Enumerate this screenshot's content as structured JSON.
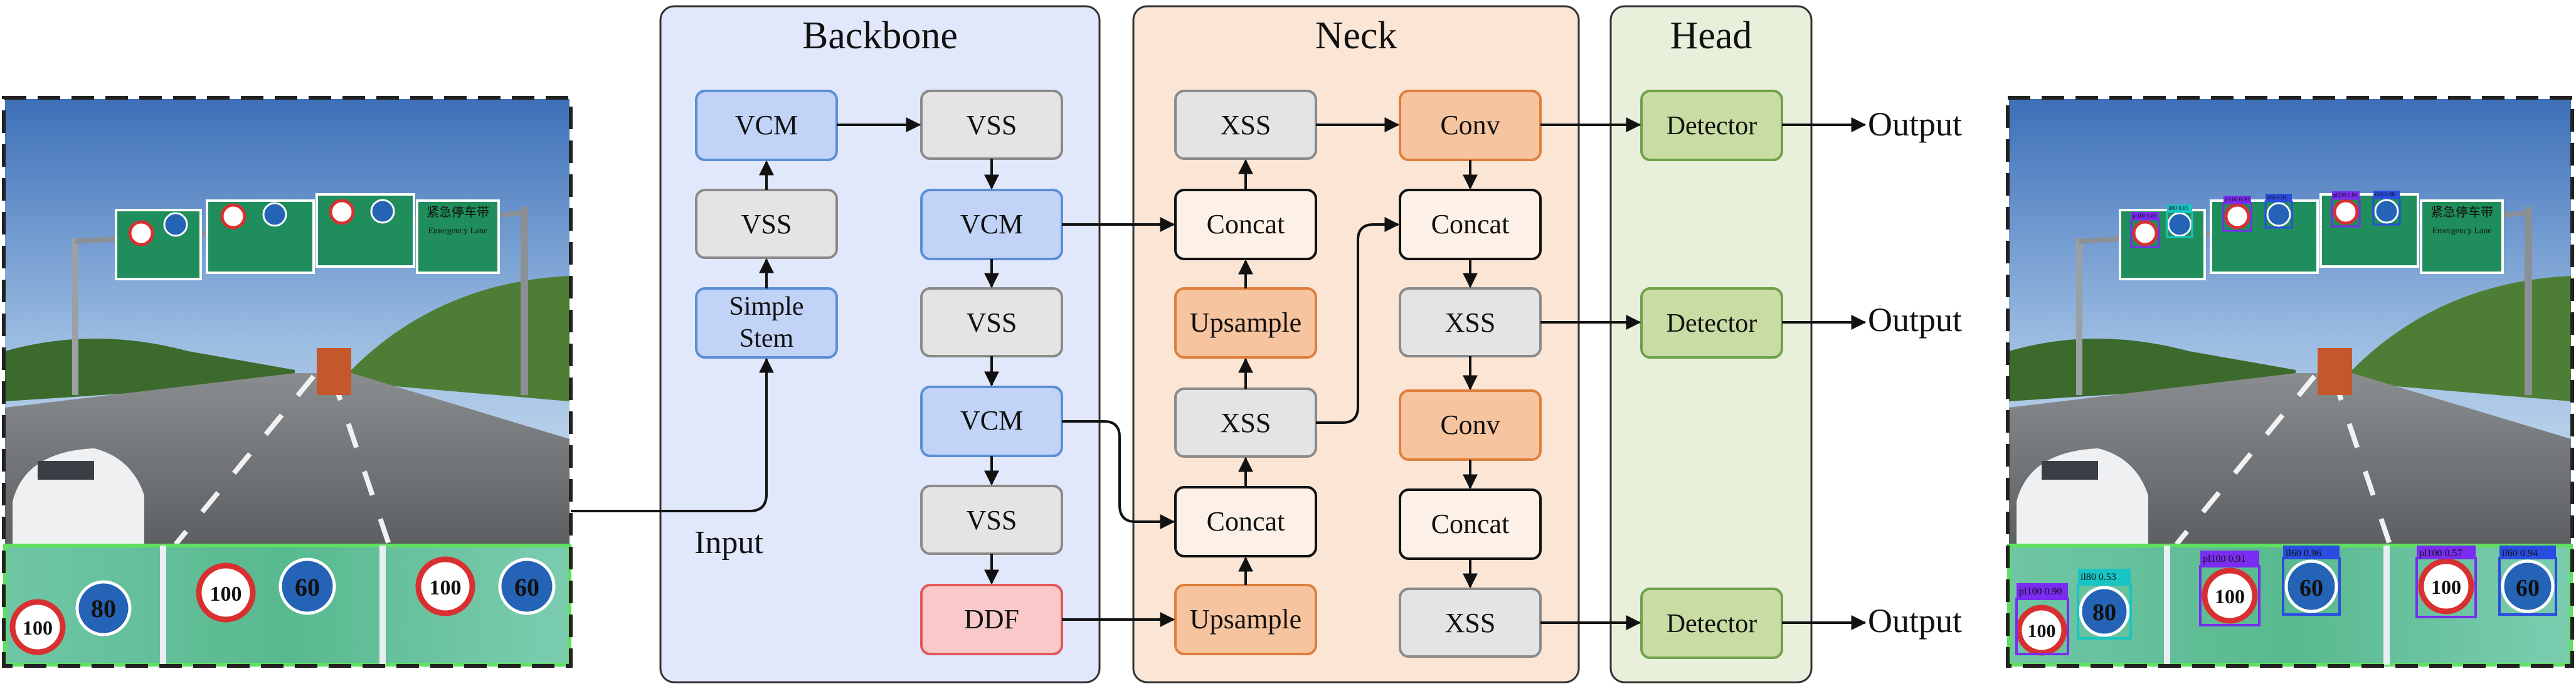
{
  "sections": {
    "backbone_title": "Backbone",
    "neck_title": "Neck",
    "head_title": "Head"
  },
  "backbone": {
    "vcm1": "VCM",
    "vss1": "VSS",
    "stem_line1": "Simple",
    "stem_line2": "Stem",
    "vss2": "VSS",
    "vcm2": "VCM",
    "vss3": "VSS",
    "vcm3": "VCM",
    "vss4": "VSS",
    "ddf": "DDF",
    "input_label": "Input"
  },
  "neck": {
    "xss_top": "XSS",
    "concat1": "Concat",
    "upsample1": "Upsample",
    "xss_mid": "XSS",
    "concat2": "Concat",
    "upsample2": "Upsample",
    "conv1": "Conv",
    "concat3": "Concat",
    "xss_r1": "XSS",
    "conv2": "Conv",
    "concat4": "Concat",
    "xss_r2": "XSS"
  },
  "head": {
    "detector1": "Detector",
    "detector2": "Detector",
    "detector3": "Detector",
    "output1": "Output",
    "output2": "Output",
    "output3": "Output"
  },
  "detections": {
    "top_boxes": [
      "pl100 0.89",
      "il80 0.85",
      "pl100 0.90",
      "il60 0.91",
      "pl100 0.94",
      "il60 0.88"
    ],
    "zoom_boxes": [
      "pl100 0.90",
      "il80 0.53",
      "pl100 0.91",
      "il60 0.96",
      "pl100 0.57",
      "il60 0.94"
    ]
  },
  "sign_text": {
    "speed_100": "100",
    "speed_80": "80",
    "speed_60": "60",
    "chinese": "紧急停车带",
    "english": "Emergency Lane"
  },
  "colors": {
    "backbone_bg": "#e1e8fb",
    "neck_bg": "#fbe6d6",
    "head_bg": "#e8f0dc",
    "vcm_fill": "#c1d3f6",
    "vss_fill": "#e4e4e4",
    "ddf_fill": "#f9c9ca",
    "upsample_fill": "#f6c49e",
    "conv_fill": "#f6c49e",
    "concat_fill": "#fdf1e7",
    "detector_fill": "#c8dca3",
    "zoom_border": "#5fe05f"
  }
}
